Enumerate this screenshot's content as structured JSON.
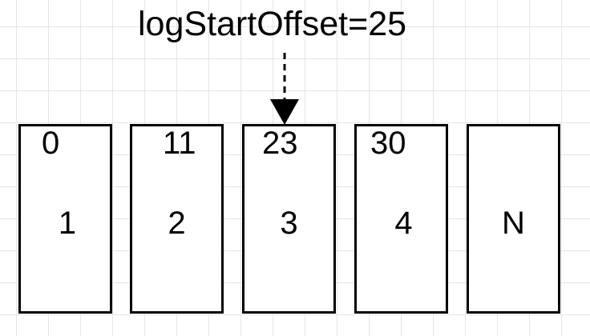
{
  "title": "logStartOffset=25",
  "segments": [
    {
      "base_offset": "0",
      "label": "1"
    },
    {
      "base_offset": "11",
      "label": "2"
    },
    {
      "base_offset": "23",
      "label": "3"
    },
    {
      "base_offset": "30",
      "label": "4"
    },
    {
      "base_offset": "",
      "label": "N"
    }
  ],
  "colors": {
    "stroke": "#000000",
    "background": "#ffffff",
    "grid": "#e6e6e6"
  },
  "icons": {
    "pointer": "dashed-down-arrow-icon"
  }
}
